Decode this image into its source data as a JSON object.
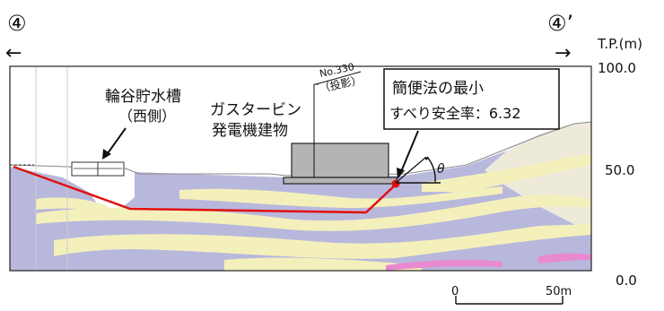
{
  "section": {
    "left_marker": "④",
    "right_marker": "④’",
    "left_arrow": "←",
    "right_arrow": "→"
  },
  "elevation_axis": {
    "unit_label": "T.P.(m)",
    "ticks": [
      "100.0",
      "50.0",
      "0.0"
    ]
  },
  "labels": {
    "tank_line1": "輪谷貯水槽",
    "tank_line2": "（西側）",
    "building_line1": "ガスタービン",
    "building_line2": "発電機建物",
    "no_label": "No.330",
    "projection": "（投影）",
    "factor_line1": "簡便法の最小",
    "factor_line2": "すべり安全率：6.32",
    "theta": "θ"
  },
  "scale_bar": {
    "start": "0",
    "end": "50m"
  },
  "colors": {
    "slip_line": "#e01010",
    "bedrock_purple": "#b8b8dc",
    "layer_yellow": "#f4f0bc",
    "layer_pink": "#e88ad0",
    "building_fill": "#b4b4b4"
  }
}
